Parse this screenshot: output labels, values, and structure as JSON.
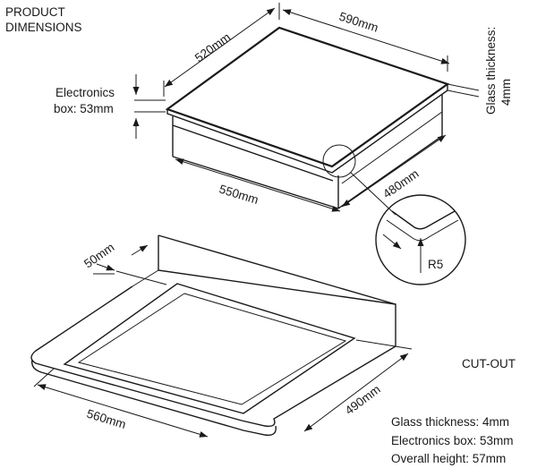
{
  "product": {
    "heading_line1": "PRODUCT",
    "heading_line2": "DIMENSIONS",
    "dim_depth_top": "520mm",
    "dim_width_top": "590mm",
    "glass_label_line1": "Glass thickness:",
    "glass_label_line2": "4mm",
    "electronics_line1": "Electronics",
    "electronics_line2": "box: 53mm",
    "dim_width_bottom": "550mm",
    "dim_depth_bottom": "480mm",
    "radius": "R5"
  },
  "cutout": {
    "heading": "CUT-OUT",
    "dim_margin": "50mm",
    "dim_width": "560mm",
    "dim_depth": "490mm"
  },
  "specs": [
    "Glass thickness: 4mm",
    "Electronics box: 53mm",
    "Overall height: 57mm"
  ]
}
